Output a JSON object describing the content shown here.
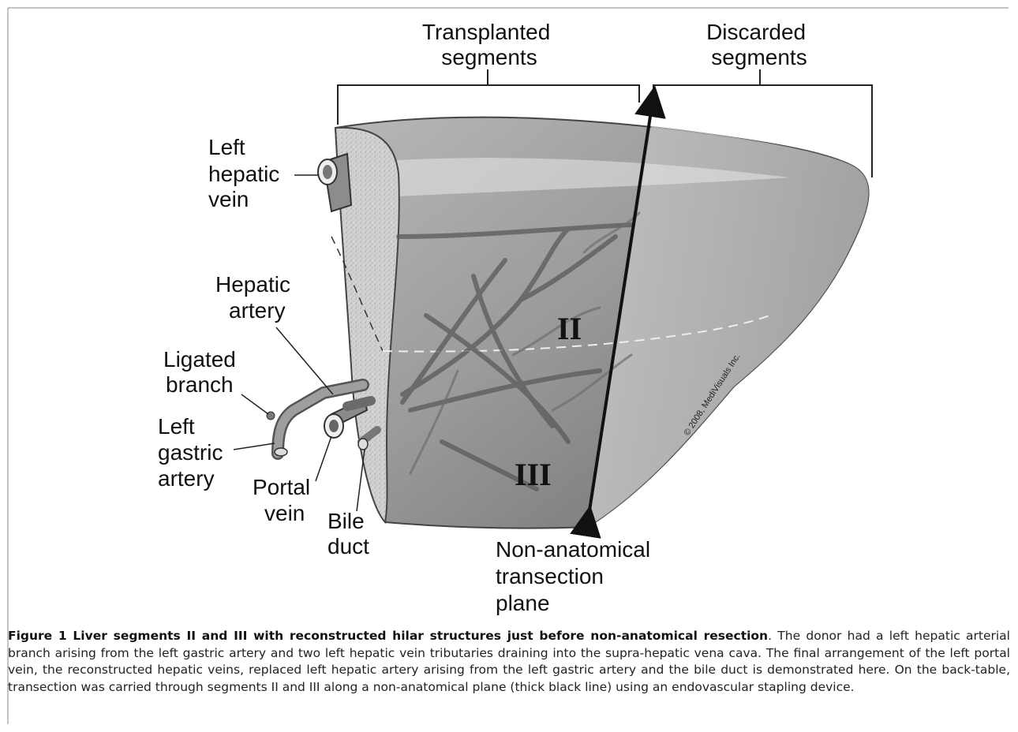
{
  "labels": {
    "transplanted": [
      "Transplanted",
      "segments"
    ],
    "discarded": [
      "Discarded",
      "segments"
    ],
    "left_hepatic_vein": [
      "Left",
      "hepatic",
      "vein"
    ],
    "hepatic_artery": [
      "Hepatic",
      "artery"
    ],
    "ligated_branch": [
      "Ligated",
      "branch"
    ],
    "left_gastric_artery": [
      "Left",
      "gastric",
      "artery"
    ],
    "portal_vein": [
      "Portal",
      "vein"
    ],
    "bile_duct": [
      "Bile",
      "duct"
    ],
    "transection_plane": [
      "Non-anatomical",
      "transection",
      "plane"
    ],
    "segment_ii": "II",
    "segment_iii": "III",
    "copyright": "© 2008, MediVisuals Inc."
  },
  "caption": {
    "bold": "Figure 1 Liver segments II and III with reconstructed hilar structures just before non-anatomical resection",
    "text": ". The donor had a left hepatic arterial branch arising from the left gastric artery and two left hepatic vein tributaries draining into the supra-hepatic vena cava. The final arrangement of the left portal vein, the reconstructed hepatic veins, replaced left hepatic artery arising from the left gastric artery and the bile duct is demonstrated here. On the back-table, transection was carried through segments II and III along a non-anatomical plane (thick black line) using an endovascular stapling device."
  }
}
